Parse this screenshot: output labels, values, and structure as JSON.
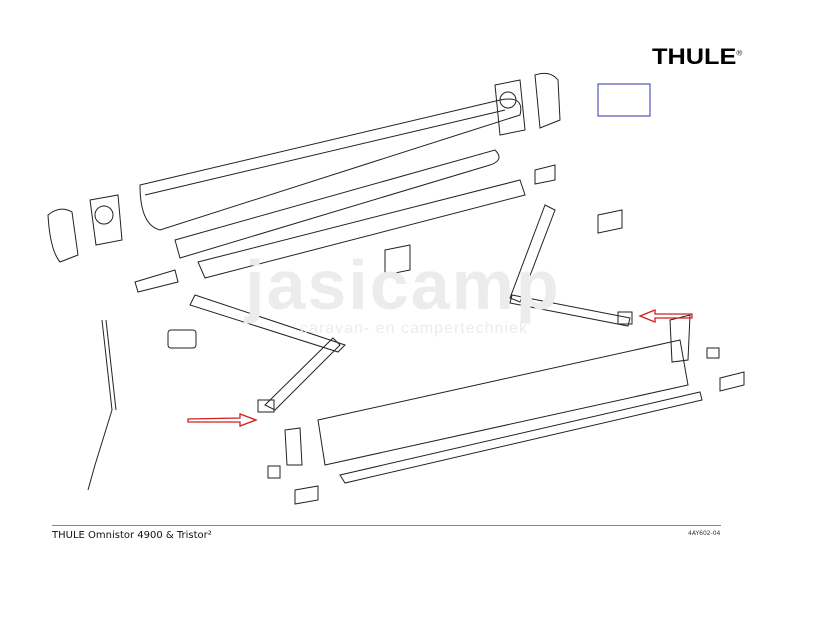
{
  "brand": {
    "logo_text": "THULE",
    "registered": "®"
  },
  "watermark": {
    "name": "jasicamp",
    "tagline": "caravan- en campertechniek"
  },
  "footer": {
    "title": "THULE Omnistor 4900 & Tristor²",
    "code": "4AY602-04"
  },
  "colors": {
    "arrow": "#d02020",
    "line": "#222222",
    "watermark": "#ececec"
  },
  "icons": [
    "red-arrow-icon"
  ]
}
